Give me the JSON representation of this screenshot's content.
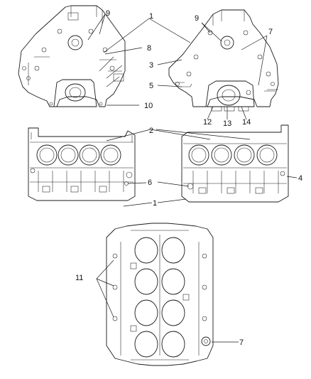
{
  "callouts": [
    {
      "id": "c1a",
      "text": "1"
    },
    {
      "id": "c9a",
      "text": "9"
    },
    {
      "id": "c8",
      "text": "8"
    },
    {
      "id": "c10",
      "text": "10"
    },
    {
      "id": "c9b",
      "text": "9"
    },
    {
      "id": "c7a",
      "text": "7"
    },
    {
      "id": "c3",
      "text": "3"
    },
    {
      "id": "c5",
      "text": "5"
    },
    {
      "id": "c12",
      "text": "12"
    },
    {
      "id": "c13",
      "text": "13"
    },
    {
      "id": "c14",
      "text": "14"
    },
    {
      "id": "c2",
      "text": "2"
    },
    {
      "id": "c6",
      "text": "6"
    },
    {
      "id": "c4",
      "text": "4"
    },
    {
      "id": "c1b",
      "text": "1"
    },
    {
      "id": "c11",
      "text": "11"
    },
    {
      "id": "c7b",
      "text": "7"
    }
  ],
  "colors": {
    "line": "#1a1a1a",
    "background": "#ffffff"
  }
}
